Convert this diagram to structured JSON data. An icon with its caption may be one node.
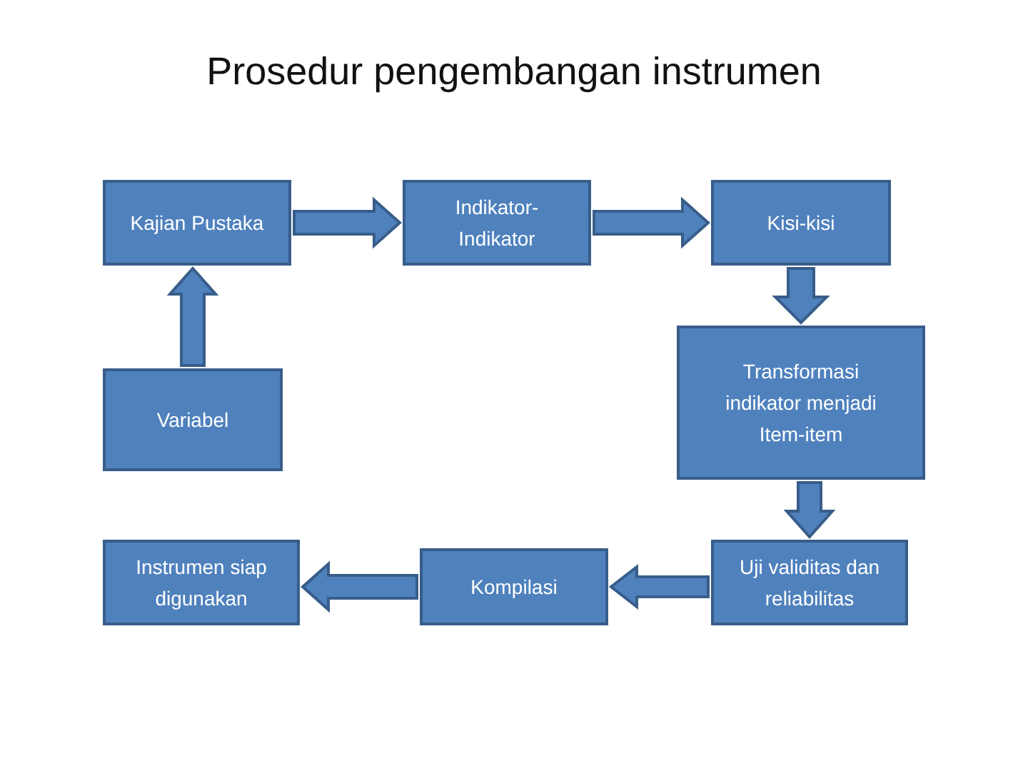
{
  "diagram": {
    "title": "Prosedur pengembangan instrumen",
    "nodes": [
      {
        "text": [
          "Kajian Pustaka"
        ]
      },
      {
        "text": [
          "Indikator-Indikator"
        ]
      },
      {
        "text": [
          "Kisi-kisi"
        ]
      },
      {
        "text": [
          "Variabel"
        ]
      },
      {
        "text": [
          "Transformasi indikator menjadi Item-item"
        ]
      },
      {
        "text": [
          "Instrumen siap digunakan"
        ]
      },
      {
        "text": [
          "Kompilasi"
        ]
      },
      {
        "text": [
          "Uji validitas dan reliabilitas"
        ]
      }
    ],
    "edges": [
      {
        "from": 0,
        "to": 1,
        "arrow": "to"
      },
      {
        "from": 1,
        "to": 2,
        "arrow": "to"
      },
      {
        "from": 2,
        "to": 4,
        "arrow": "to"
      },
      {
        "from": 4,
        "to": 7,
        "arrow": "to"
      },
      {
        "from": 7,
        "to": 6,
        "arrow": "to"
      },
      {
        "from": 6,
        "to": 5,
        "arrow": "to"
      },
      {
        "from": 3,
        "to": 0,
        "arrow": "to"
      }
    ]
  }
}
